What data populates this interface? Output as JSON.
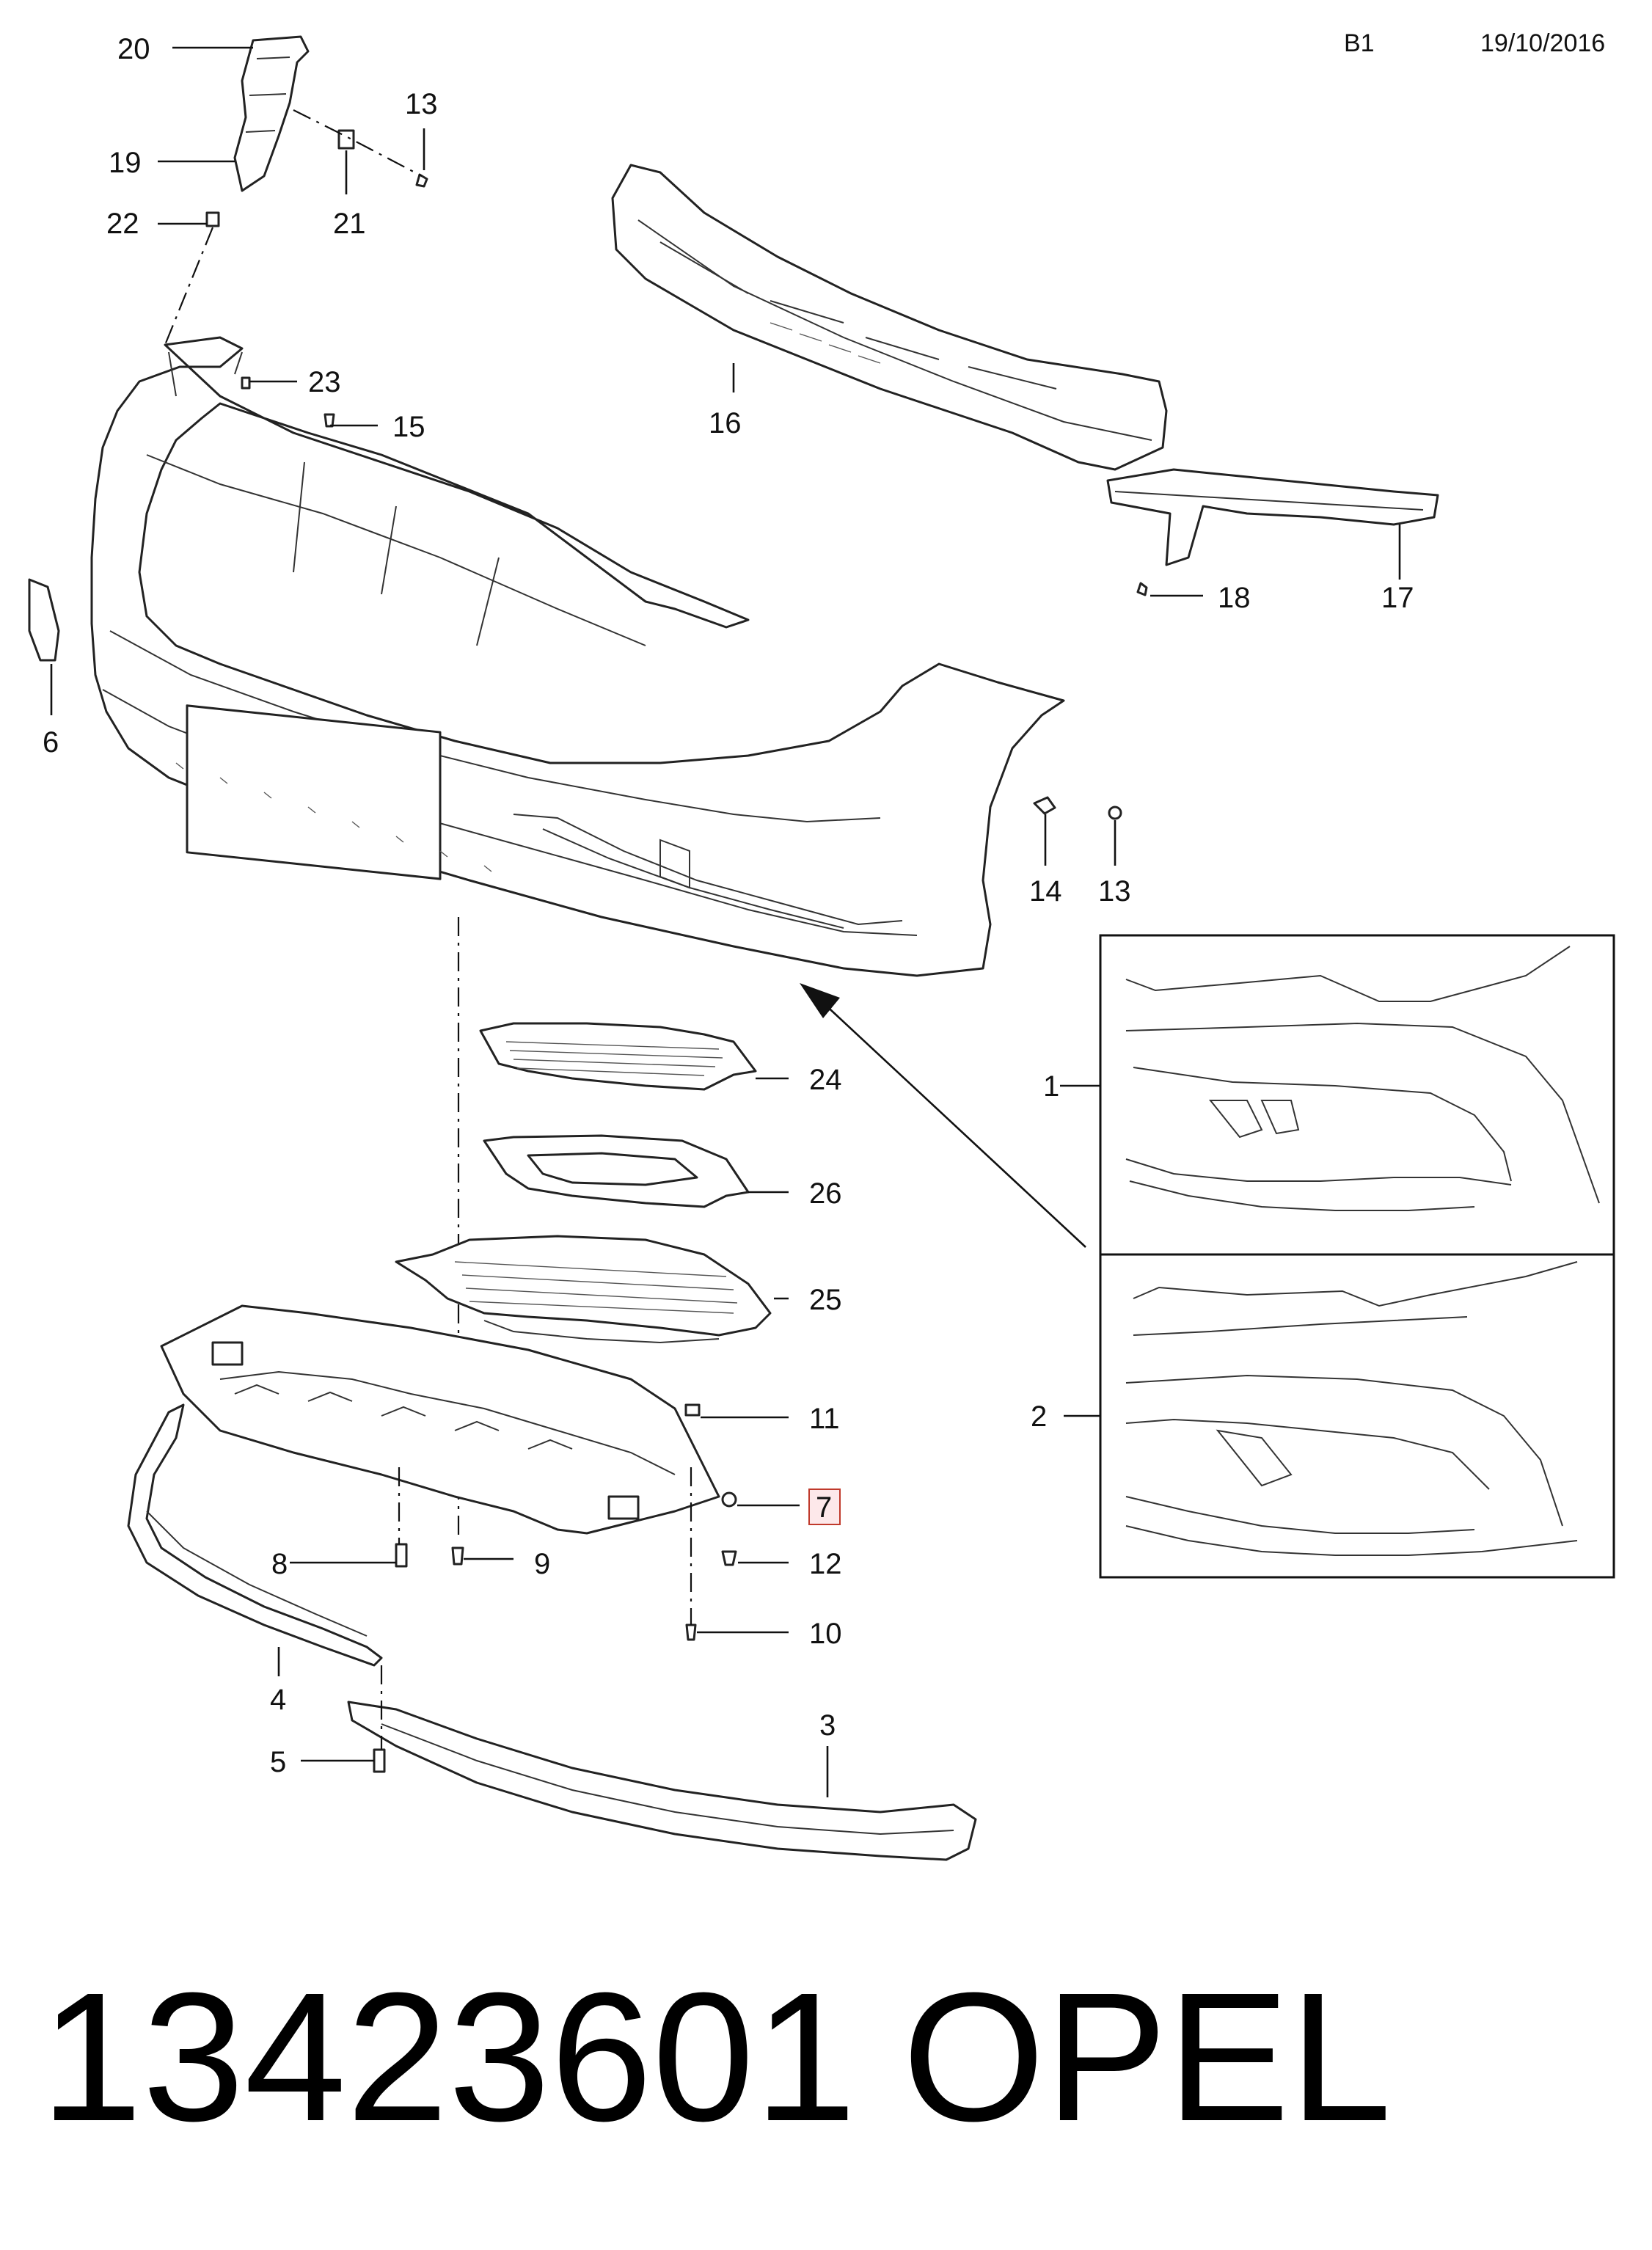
{
  "header": {
    "section": "B1",
    "date": "19/10/2016"
  },
  "footer": {
    "part_number": "13423601",
    "brand": "OPEL"
  },
  "highlighted_callout": "7",
  "callouts": {
    "c1": "1",
    "c2": "2",
    "c3": "3",
    "c4": "4",
    "c5": "5",
    "c6": "6",
    "c7": "7",
    "c8": "8",
    "c9": "9",
    "c10": "10",
    "c11": "11",
    "c12": "12",
    "c13a": "13",
    "c13b": "13",
    "c14": "14",
    "c15": "15",
    "c16": "16",
    "c17": "17",
    "c18": "18",
    "c19": "19",
    "c20": "20",
    "c21": "21",
    "c22": "22",
    "c23": "23",
    "c24": "24",
    "c25": "25",
    "c26": "26"
  },
  "colors": {
    "line": "#111111",
    "highlight_fill": "#fde8ea",
    "highlight_stroke": "#c0392b"
  }
}
